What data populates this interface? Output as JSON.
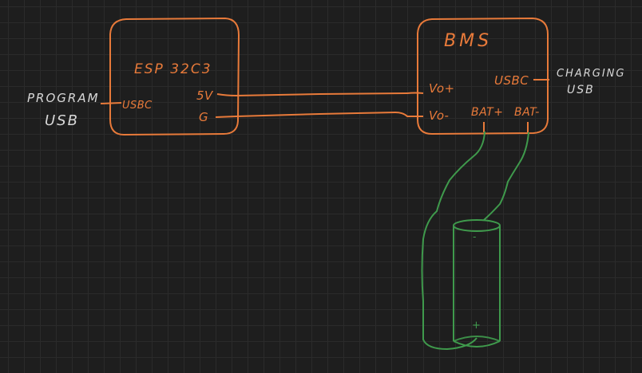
{
  "colors": {
    "background": "#1e1e1e",
    "grid": "#2b2b2b",
    "orange": "#e87a3a",
    "green": "#3f9a4c",
    "white": "#d8d8d8"
  },
  "labels": {
    "program_usb_line1": "PROGRAM",
    "program_usb_line2": "USB",
    "charging_usb_line1": "CHARGING",
    "charging_usb_line2": "USB"
  },
  "esp": {
    "title": "ESP 32C3",
    "usbc": "USBC",
    "pin_5v": "5V",
    "pin_g": "G"
  },
  "bms": {
    "title": "BMS",
    "vo_plus": "Vo+",
    "vo_minus": "Vo-",
    "usbc": "USBC",
    "bat_plus": "BAT+",
    "bat_minus": "BAT-"
  },
  "battery": {
    "minus": "-",
    "plus": "+"
  }
}
